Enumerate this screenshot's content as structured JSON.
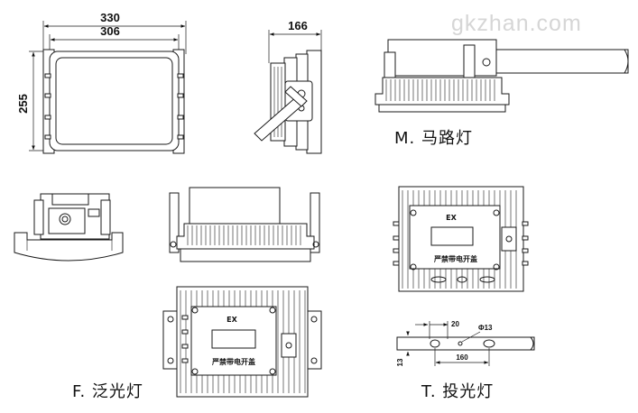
{
  "watermark": "gkzhan.com",
  "dimensions": {
    "overall_width": "330",
    "inner_width": "306",
    "height": "255",
    "depth": "166",
    "mount_offset": "20",
    "hole_dia": "Φ13",
    "hole_spacing": "160",
    "thickness": "13"
  },
  "captions": {
    "street_light": "M. 马路灯",
    "flood_light": "F. 泛光灯",
    "projector_light": "T. 投光灯"
  },
  "box_labels": {
    "ex_mark": "EX",
    "nameplate_text": "严禁带电开盖"
  }
}
